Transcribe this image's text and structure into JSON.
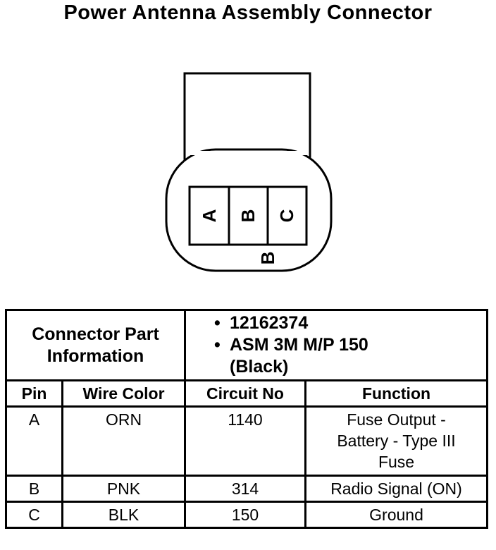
{
  "title": "Power Antenna Assembly Connector",
  "connector": {
    "pins": [
      "A",
      "B",
      "C"
    ],
    "polarity_mark": "B"
  },
  "part_info": {
    "label_line1": "Connector Part",
    "label_line2": "Information",
    "bullet": "•",
    "items": [
      "12162374",
      "ASM 3M M/P 150",
      "(Black)"
    ]
  },
  "table": {
    "headers": [
      "Pin",
      "Wire Color",
      "Circuit No",
      "Function"
    ],
    "rows": [
      {
        "pin": "A",
        "wire_color": "ORN",
        "circuit_no": "1140",
        "function_lines": [
          "Fuse Output -",
          "Battery - Type III",
          "Fuse"
        ]
      },
      {
        "pin": "B",
        "wire_color": "PNK",
        "circuit_no": "314",
        "function_lines": [
          "Radio Signal (ON)"
        ]
      },
      {
        "pin": "C",
        "wire_color": "BLK",
        "circuit_no": "150",
        "function_lines": [
          "Ground"
        ]
      }
    ]
  }
}
